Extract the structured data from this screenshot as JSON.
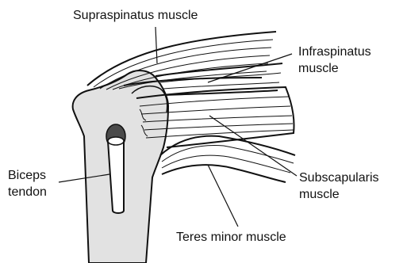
{
  "labels": {
    "supraspinatus": "Supraspinatus muscle",
    "infraspinatus_line1": "Infraspinatus",
    "infraspinatus_line2": "muscle",
    "biceps_line1": "Biceps",
    "biceps_line2": "tendon",
    "subscapularis_line1": "Subscapularis",
    "subscapularis_line2": "muscle",
    "teres_minor": "Teres minor muscle"
  },
  "colors": {
    "background": "#ffffff",
    "bone_fill": "#e2e2e2",
    "outline": "#111111",
    "tendon_fill": "#ffffff",
    "hole_fill": "#4a4a4a"
  }
}
